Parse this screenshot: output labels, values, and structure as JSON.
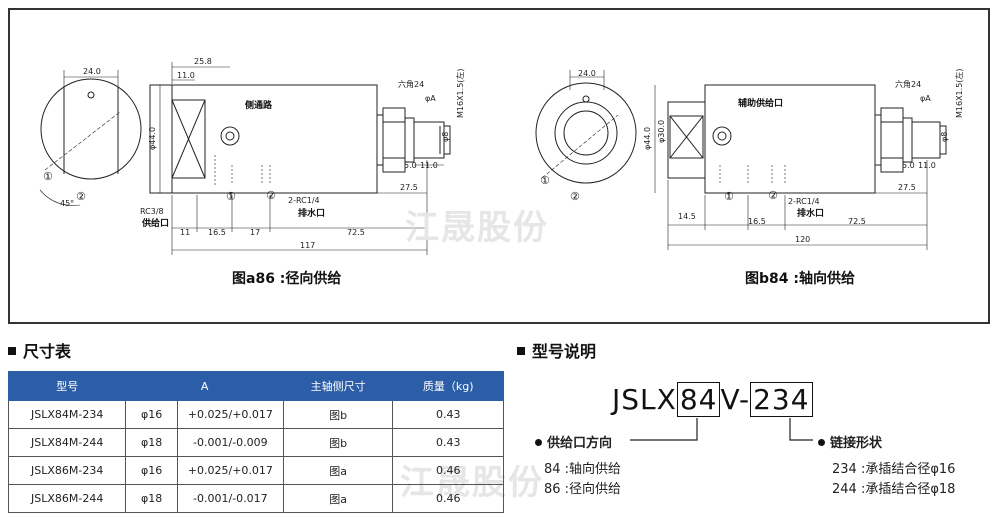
{
  "figures": {
    "a": {
      "caption": "图a86 :径向供给",
      "label_side_port": "侧通路",
      "label_supply": "供给口",
      "label_rc": "RC3/8",
      "label_rc2": "2-RC1/4",
      "label_drain": "排水口",
      "dim_24": "24.0",
      "dim_258": "25.8",
      "dim_11": "11.0",
      "dim_44": "φ44.0",
      "dim_45": "45°",
      "dim_b11": "11",
      "dim_165": "16.5",
      "dim_17": "17",
      "dim_725": "72.5",
      "dim_117": "117",
      "dim_275": "27.5",
      "dim_50": "5.0",
      "dim_110": "11.0",
      "dim_hex": "六角24",
      "dim_phia": "φA",
      "dim_m16": "M16X1.5(左)",
      "dim_phi8": "φ8"
    },
    "b": {
      "caption": "图b84 :轴向供给",
      "label_aux": "辅助供给口",
      "label_rc2": "2-RC1/4",
      "label_drain": "排水口",
      "dim_24": "24.0",
      "dim_44": "φ44.0",
      "dim_30": "φ30.0",
      "dim_145": "14.5",
      "dim_165": "16.5",
      "dim_725": "72.5",
      "dim_120": "120",
      "dim_275": "27.5",
      "dim_50": "5.0",
      "dim_110": "11.0",
      "dim_hex": "六角24",
      "dim_phia": "φA",
      "dim_m16": "M16X1.5(左)",
      "dim_phi8": "φ8"
    },
    "circle1": "①",
    "circle2": "②"
  },
  "watermark": "江晟股份",
  "dimension_table": {
    "title": "尺寸表",
    "headers": [
      "型号",
      "A",
      "主轴侧尺寸",
      "质量（kg)"
    ],
    "rows": [
      {
        "model": "JSLX84M-234",
        "phi": "φ16",
        "tol": "+0.025/+0.017",
        "fig": "图b",
        "mass": "0.43"
      },
      {
        "model": "JSLX84M-244",
        "phi": "φ18",
        "tol": "-0.001/-0.009",
        "fig": "图b",
        "mass": "0.43"
      },
      {
        "model": "JSLX86M-234",
        "phi": "φ16",
        "tol": "+0.025/+0.017",
        "fig": "图a",
        "mass": "0.46"
      },
      {
        "model": "JSLX86M-244",
        "phi": "φ18",
        "tol": "-0.001/-0.017",
        "fig": "图a",
        "mass": "0.46"
      }
    ]
  },
  "model_explain": {
    "title": "型号说明",
    "prefix": "JSLX",
    "code1": "84",
    "dash1": "V-",
    "code2": "234",
    "left_title": "供给口方向",
    "left_items": [
      "84 :轴向供给",
      "86 :径向供给"
    ],
    "right_title": "链接形状",
    "right_items": [
      "234 :承插结合径φ16",
      "244 :承插结合径φ18"
    ]
  }
}
